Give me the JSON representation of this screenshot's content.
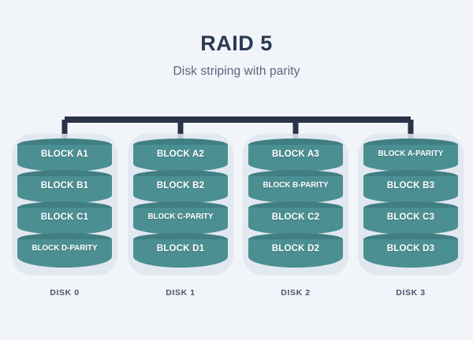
{
  "header": {
    "title": "RAID 5",
    "subtitle": "Disk striping with parity"
  },
  "colors": {
    "background": "#f1f4f8",
    "title": "#2b3a52",
    "subtitle": "#5c677d",
    "bus": "#2b3349",
    "cylinder_body": "#4b8f93",
    "cylinder_top": "#3f7f82",
    "halo": "#dfe5ee",
    "block_label": "#ffffff",
    "disk_label": "#4a5670"
  },
  "diagram": {
    "type": "raid-disk-array",
    "disk_count": 4,
    "blocks_per_disk": 4,
    "bus": {
      "visible": true,
      "drop_lines": 4
    },
    "disks": [
      {
        "label": "DISK 0",
        "blocks": [
          {
            "text": "BLOCK A1",
            "parity": false
          },
          {
            "text": "BLOCK B1",
            "parity": false
          },
          {
            "text": "BLOCK C1",
            "parity": false
          },
          {
            "text": "BLOCK D-PARITY",
            "parity": true
          }
        ]
      },
      {
        "label": "DISK 1",
        "blocks": [
          {
            "text": "BLOCK A2",
            "parity": false
          },
          {
            "text": "BLOCK B2",
            "parity": false
          },
          {
            "text": "BLOCK C-PARITY",
            "parity": true
          },
          {
            "text": "BLOCK D1",
            "parity": false
          }
        ]
      },
      {
        "label": "DISK 2",
        "blocks": [
          {
            "text": "BLOCK A3",
            "parity": false
          },
          {
            "text": "BLOCK B-PARITY",
            "parity": true
          },
          {
            "text": "BLOCK C2",
            "parity": false
          },
          {
            "text": "BLOCK D2",
            "parity": false
          }
        ]
      },
      {
        "label": "DISK 3",
        "blocks": [
          {
            "text": "BLOCK A-PARITY",
            "parity": true
          },
          {
            "text": "BLOCK B3",
            "parity": false
          },
          {
            "text": "BLOCK C3",
            "parity": false
          },
          {
            "text": "BLOCK D3",
            "parity": false
          }
        ]
      }
    ]
  }
}
